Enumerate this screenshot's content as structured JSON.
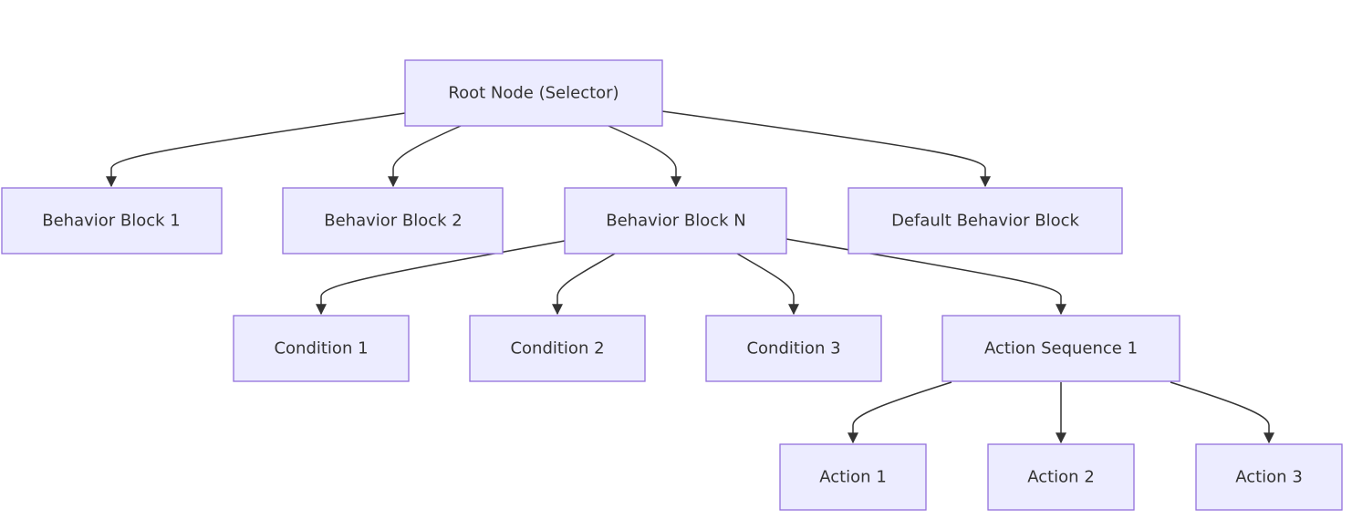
{
  "colors": {
    "node_fill": "#ECECFF",
    "node_border": "#9370DB",
    "edge": "#333333",
    "text": "#333333",
    "background": "#FFFFFF"
  },
  "nodes": {
    "root": "Root Node (Selector)",
    "bb1": "Behavior Block 1",
    "bb2": "Behavior Block 2",
    "bbn": "Behavior Block N",
    "default": "Default Behavior Block",
    "cond1": "Condition 1",
    "cond2": "Condition 2",
    "cond3": "Condition 3",
    "seq1": "Action Sequence 1",
    "act1": "Action 1",
    "act2": "Action 2",
    "act3": "Action 3"
  },
  "edges": [
    [
      "root",
      "bb1"
    ],
    [
      "root",
      "bb2"
    ],
    [
      "root",
      "bbn"
    ],
    [
      "root",
      "default"
    ],
    [
      "bbn",
      "cond1"
    ],
    [
      "bbn",
      "cond2"
    ],
    [
      "bbn",
      "cond3"
    ],
    [
      "bbn",
      "seq1"
    ],
    [
      "seq1",
      "act1"
    ],
    [
      "seq1",
      "act2"
    ],
    [
      "seq1",
      "act3"
    ]
  ]
}
